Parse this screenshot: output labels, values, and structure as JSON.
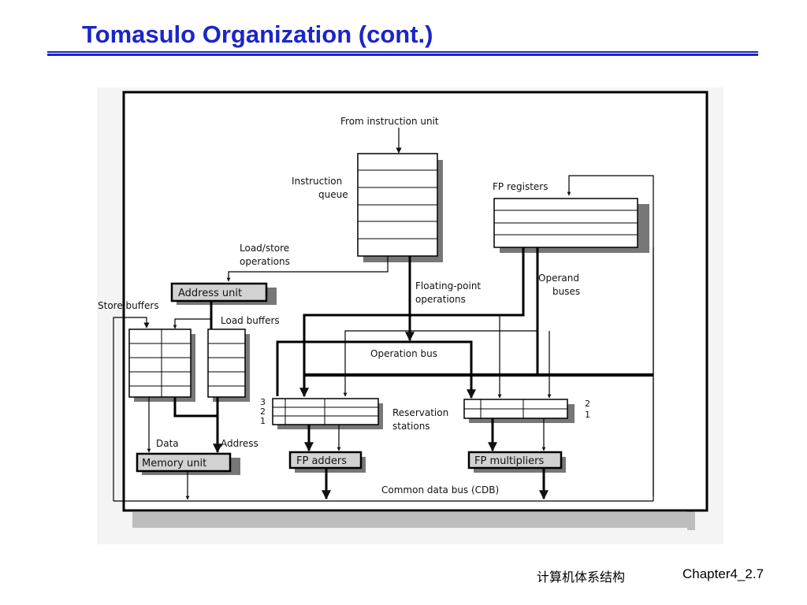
{
  "slide": {
    "title": "Tomasulo Organization (cont.)",
    "footer_course": "计算机体系结构",
    "footer_page": "Chapter4_2.7"
  },
  "diagram": {
    "from_instruction_unit": "From instruction unit",
    "instruction_queue_line1": "Instruction",
    "instruction_queue_line2": "queue",
    "fp_registers": "FP registers",
    "load_store_line1": "Load/store",
    "load_store_line2": "operations",
    "address_unit": "Address unit",
    "store_buffers": "Store buffers",
    "load_buffers": "Load buffers",
    "floating_point_line1": "Floating-point",
    "floating_point_line2": "operations",
    "operand_buses_line1": "Operand",
    "operand_buses_line2": "buses",
    "operation_bus": "Operation bus",
    "reservation_stations_line1": "Reservation",
    "reservation_stations_line2": "stations",
    "adder_station_numbers": [
      "3",
      "2",
      "1"
    ],
    "multiplier_station_numbers": [
      "2",
      "1"
    ],
    "data": "Data",
    "address": "Address",
    "memory_unit": "Memory unit",
    "fp_adders": "FP adders",
    "fp_multipliers": "FP multipliers",
    "cdb": "Common data bus (CDB)"
  }
}
